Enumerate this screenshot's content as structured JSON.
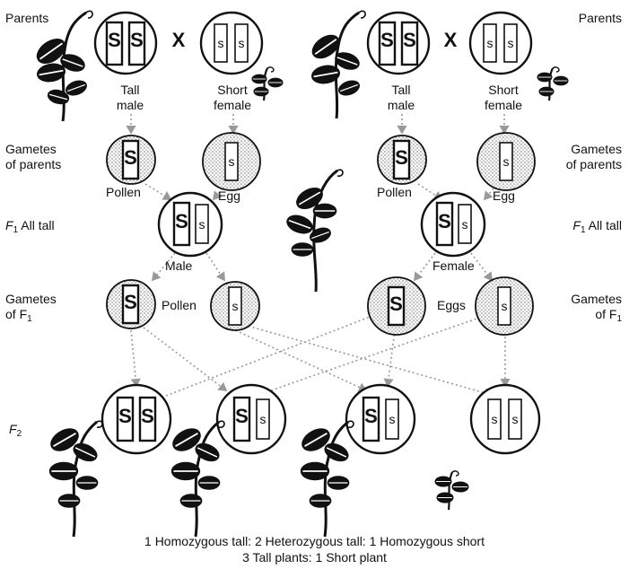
{
  "labels": {
    "parents": "Parents",
    "gametes_parents_line1": "Gametes",
    "gametes_parents_line2": "of parents",
    "f1": "F",
    "f1_sub": "1",
    "all_tall": "All tall",
    "gametes_f1_line1": "Gametes",
    "gametes_f1_line2": "of F",
    "f2": "F",
    "f2_sub": "2",
    "tall_line1": "Tall",
    "male_line2": "male",
    "short_line1": "Short",
    "female_line2": "female",
    "pollen": "Pollen",
    "egg": "Egg",
    "male": "Male",
    "female": "Female",
    "eggs": "Eggs",
    "cross": "X"
  },
  "alleles": {
    "dominant": "S",
    "recessive": "s"
  },
  "caption": {
    "line1": "1 Homozygous tall: 2 Heterozygous tall: 1 Homozygous short",
    "line2": "3 Tall plants: 1 Short plant"
  }
}
